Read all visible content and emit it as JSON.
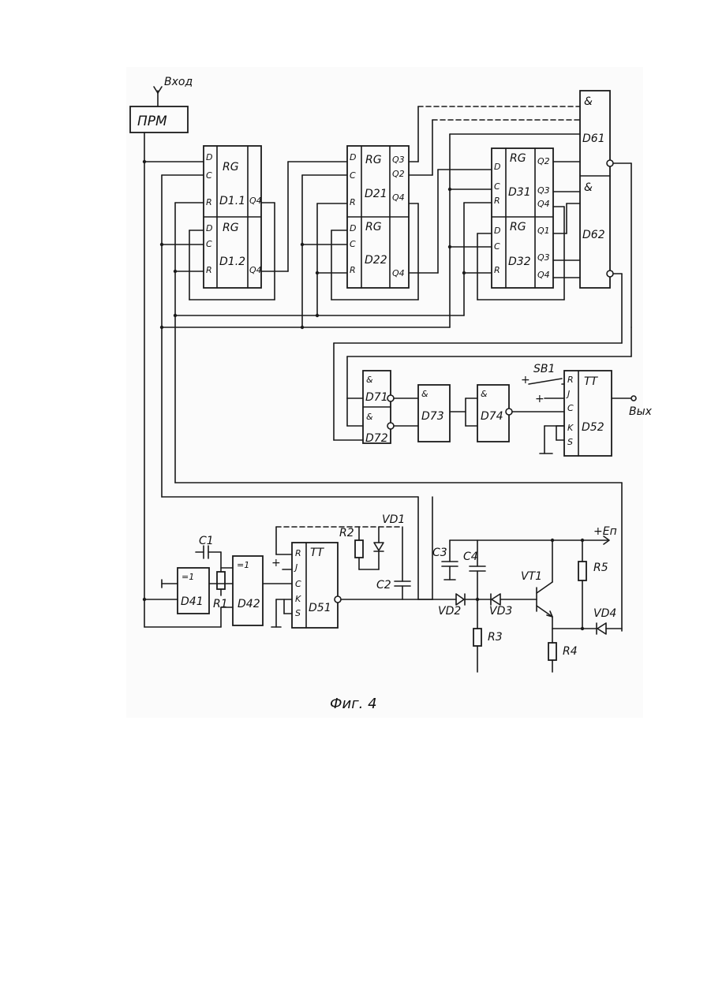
{
  "labels": {
    "input": "Вход",
    "receiver": "ПРМ",
    "rg": "RG",
    "tt": "TT",
    "and": "&",
    "xor": "=1",
    "d11": "D1.1",
    "d12": "D1.2",
    "d21": "D21",
    "d22": "D22",
    "d31": "D31",
    "d32": "D32",
    "d61": "D61",
    "d62": "D62",
    "d71": "D71",
    "d72": "D72",
    "d73": "D73",
    "d74": "D74",
    "d52": "D52",
    "d51": "D51",
    "d41": "D41",
    "d42": "D42",
    "sb1": "SB1",
    "out": "Вых",
    "c1": "C1",
    "c2": "C2",
    "c3": "C3",
    "c4": "C4",
    "r1": "R1",
    "r2": "R2",
    "r3": "R3",
    "r4": "R4",
    "r5": "R5",
    "vd1": "VD1",
    "vd2": "VD2",
    "vd3": "VD3",
    "vd4": "VD4",
    "vt1": "VT1",
    "ep": "+Eп",
    "plus": "+",
    "caption": "Фиг. 4"
  },
  "pins": {
    "D": "D",
    "C": "C",
    "R": "R",
    "J": "J",
    "K": "K",
    "S": "S",
    "Q1": "Q1",
    "Q2": "Q2",
    "Q3": "Q3",
    "Q4": "Q4"
  }
}
